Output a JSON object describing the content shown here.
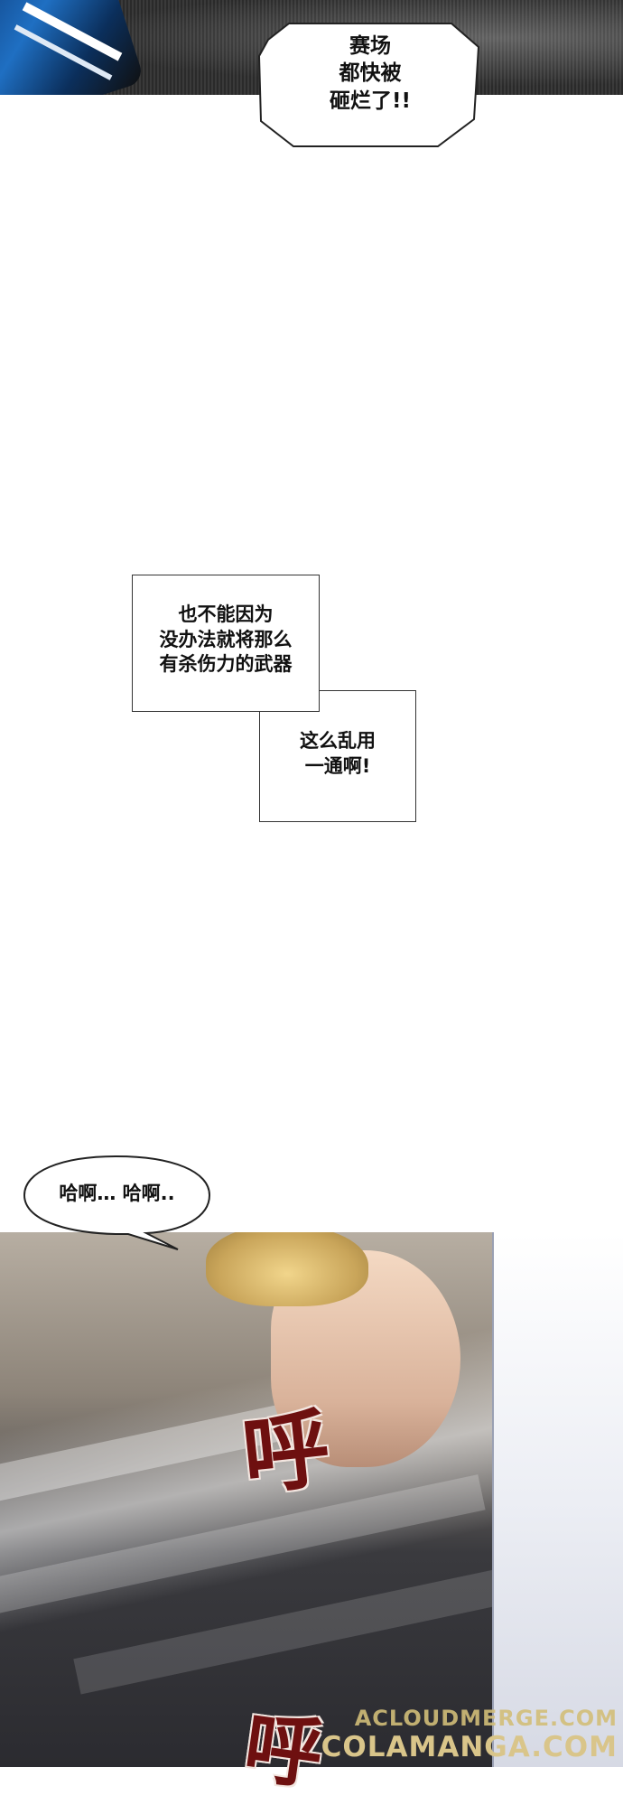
{
  "top_panel": {
    "shout": [
      "赛场",
      "都快被",
      "砸烂了!!"
    ]
  },
  "caption_box_1": [
    "也不能因为",
    "没办法就将那么",
    "有杀伤力的武器"
  ],
  "caption_box_2": [
    "这么乱用",
    "一通啊!"
  ],
  "gasp_bubble": "哈啊… 哈啊..",
  "sfx": [
    "呼",
    "呼"
  ],
  "watermark": [
    "ACLOUDMERGE.COM",
    "COLAMANGA.COM"
  ]
}
